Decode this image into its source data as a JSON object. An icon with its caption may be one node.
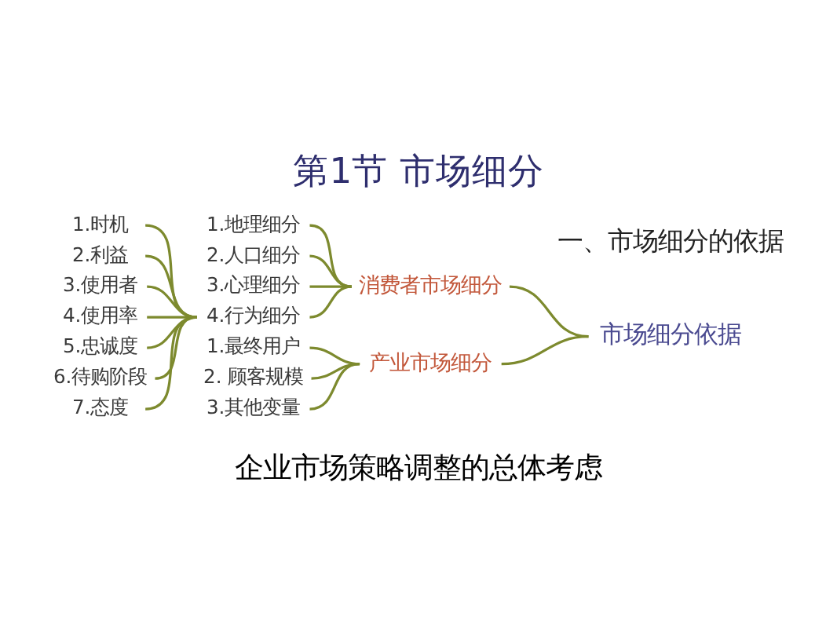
{
  "diagram": {
    "title": "第1节 市场细分",
    "caption": "企业市场策略调整的总体考虑",
    "nodes": [
      {
        "text": [
          "市场细分依据"
        ]
      },
      {
        "text": [
          "消费者市场细分"
        ]
      },
      {
        "text": [
          "1.地理细分"
        ]
      },
      {
        "text": [
          "2.人口细分"
        ]
      },
      {
        "text": [
          "3.心理细分"
        ]
      },
      {
        "text": [
          "4.行为细分"
        ]
      },
      {
        "text": [
          "1.时机"
        ]
      },
      {
        "text": [
          "2.利益"
        ]
      },
      {
        "text": [
          "3.使用者"
        ]
      },
      {
        "text": [
          "4.使用率"
        ]
      },
      {
        "text": [
          "5.忠诚度"
        ]
      },
      {
        "text": [
          "6.待购阶段"
        ]
      },
      {
        "text": [
          "7.态度"
        ]
      },
      {
        "text": [
          "产业市场细分"
        ]
      },
      {
        "text": [
          "1.最终用户"
        ]
      },
      {
        "text": [
          "2. 顾客规模"
        ]
      },
      {
        "text": [
          "3.其他变量"
        ]
      }
    ],
    "edges": [
      {
        "from": 0,
        "to": 1,
        "arrow": "none"
      },
      {
        "from": 0,
        "to": 13,
        "arrow": "none"
      },
      {
        "from": 1,
        "to": 2,
        "arrow": "none"
      },
      {
        "from": 1,
        "to": 3,
        "arrow": "none"
      },
      {
        "from": 1,
        "to": 4,
        "arrow": "none"
      },
      {
        "from": 1,
        "to": 5,
        "arrow": "none"
      },
      {
        "from": 5,
        "to": 6,
        "arrow": "none"
      },
      {
        "from": 5,
        "to": 7,
        "arrow": "none"
      },
      {
        "from": 5,
        "to": 8,
        "arrow": "none"
      },
      {
        "from": 5,
        "to": 9,
        "arrow": "none"
      },
      {
        "from": 5,
        "to": 10,
        "arrow": "none"
      },
      {
        "from": 5,
        "to": 11,
        "arrow": "none"
      },
      {
        "from": 5,
        "to": 12,
        "arrow": "none"
      },
      {
        "from": 13,
        "to": 14,
        "arrow": "none"
      },
      {
        "from": 13,
        "to": 15,
        "arrow": "none"
      },
      {
        "from": 13,
        "to": 16,
        "arrow": "none"
      }
    ],
    "labels": [
      "一、市场细分的依据"
    ]
  }
}
